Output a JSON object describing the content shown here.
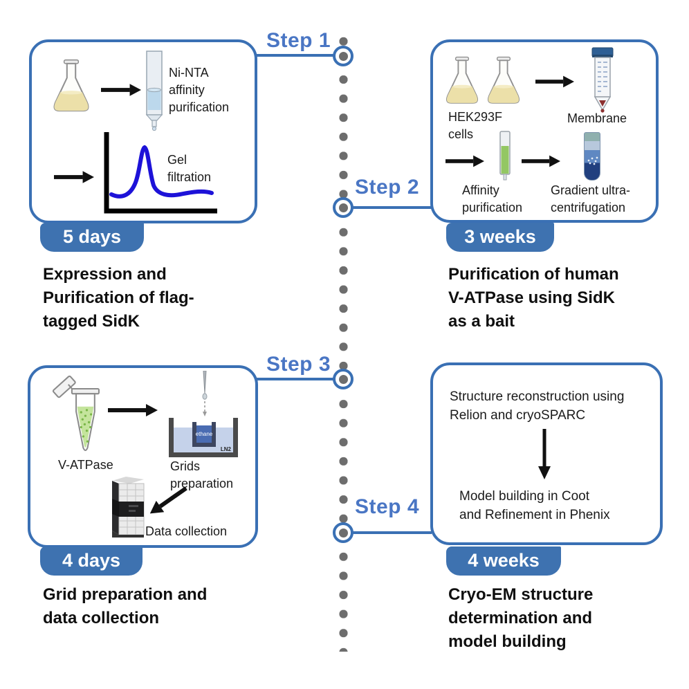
{
  "steps": {
    "step1": "Step 1",
    "step2": "Step 2",
    "step3": "Step 3",
    "step4": "Step 4"
  },
  "panel1": {
    "duration": "5 days",
    "caption": "Expression and\nPurification of flag-\ntagged SidK",
    "column_label": "Ni-NTA\naffinity\npurification",
    "gel_label": "Gel\nfiltration"
  },
  "panel2": {
    "duration": "3 weeks",
    "caption": "Purification of human\nV-ATPase using SidK\nas a bait",
    "cells_label": "HEK293F\ncells",
    "membrane_label": "Membrane",
    "affinity_label": "Affinity\npurification",
    "gradient_label": "Gradient ultra-\ncentrifugation"
  },
  "panel3": {
    "duration": "4 days",
    "caption": "Grid preparation and\ndata collection",
    "sample_label": "V-ATPase",
    "grids_label": "Grids\npreparation",
    "data_label": "Data collection",
    "ethane_label": "ethane",
    "ln2_label": "LN2"
  },
  "panel4": {
    "duration": "4 weeks",
    "caption": "Cryo-EM structure\ndetermination and\nmodel building",
    "reconstruction_text": "Structure reconstruction using\nRelion and cryoSPARC",
    "modeling_text": "Model building in Coot\nand Refinement in Phenix"
  },
  "colors": {
    "accent_blue": "#3a70b4",
    "step_label_blue": "#4a76c4",
    "badge_blue": "#3e72b0",
    "timeline_dot_gray": "#6d6d6d",
    "gel_curve_blue": "#1d12d8",
    "flask_liquid_yellow": "#ece0a9",
    "affinity_resin_green": "#93c763",
    "ni_nta_resin_blue": "#bcd8ec"
  }
}
